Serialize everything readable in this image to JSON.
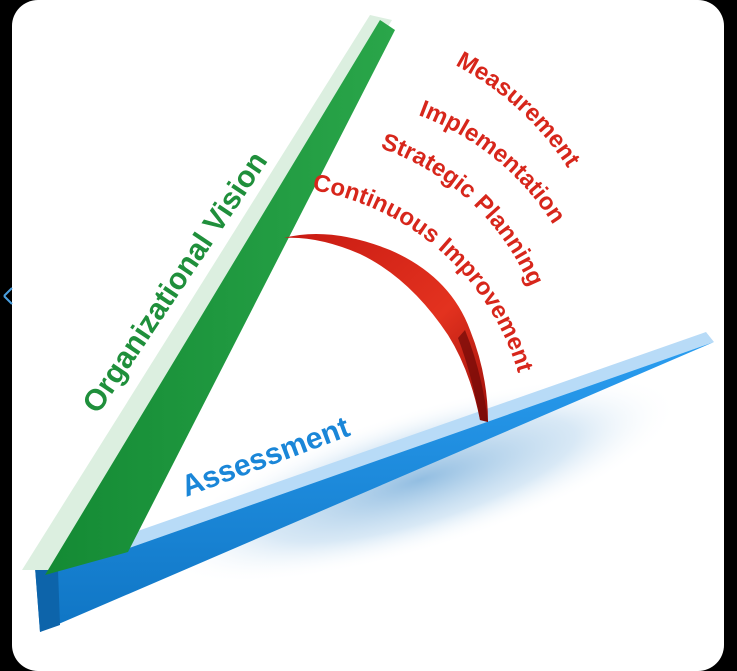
{
  "labels": {
    "vision": "Organizational Vision",
    "assessment": "Assessment",
    "arcs": [
      "Measurement",
      "Implementation",
      "Strategic Planning",
      "Continuous Improvement"
    ]
  },
  "colors": {
    "background": "#000000",
    "card": "#ffffff",
    "vision_green": "#1f9a3d",
    "vision_light": "#dcefe0",
    "assessment_blue": "#1a8fe0",
    "assessment_light": "#b8dbf7",
    "arc_red": "#d7261b",
    "arc_dark": "#7a0a0a"
  }
}
